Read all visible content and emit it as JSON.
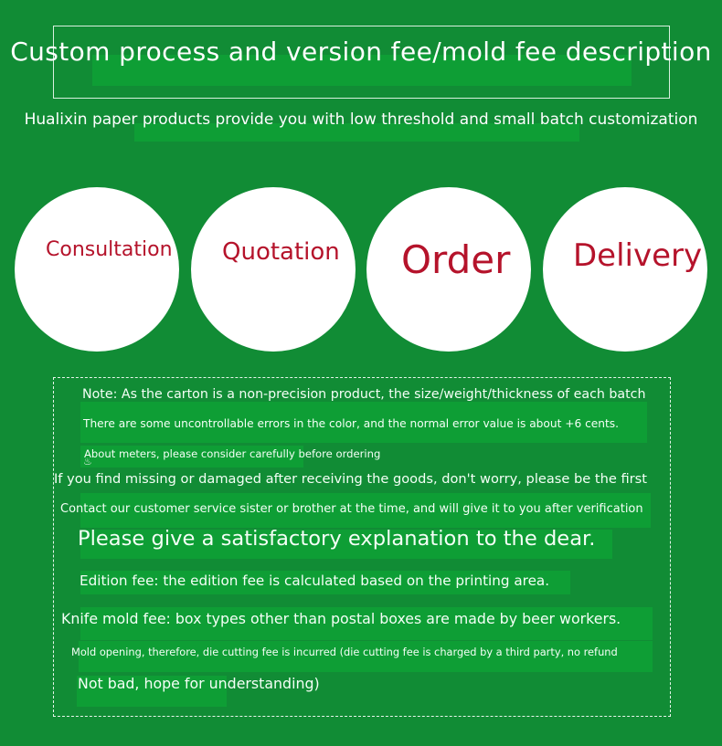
{
  "header": {
    "title": "Custom process and version fee/mold fee description",
    "subtitle": "Hualixin paper products provide you with low threshold and small batch customization"
  },
  "steps": [
    {
      "label": "Consultation"
    },
    {
      "label": "Quotation"
    },
    {
      "label": "Order"
    },
    {
      "label": "Delivery"
    }
  ],
  "notes": {
    "lines": [
      "Note: As the carton is a non-precision product, the size/weight/thickness of each batch",
      "There are some uncontrollable errors in the color, and the normal error value is about +6 cents.",
      "About meters, please consider carefully before ordering",
      "If you find missing or damaged after receiving the goods, don't worry, please be the first",
      "Contact our customer service sister or brother at the time, and will give it to you after verification",
      "Please give a satisfactory explanation to the dear.",
      "Edition fee: the edition fee is calculated based on the printing area.",
      "Knife mold fee: box types other than postal boxes are made by beer workers.",
      "Mold opening, therefore, die cutting fee is incurred (die cutting fee is charged by a third party, no refund",
      "Not bad, hope for understanding)"
    ]
  },
  "colors": {
    "background": "#118c35",
    "highlight": "#0e9e35",
    "step_text": "#b5132b",
    "circle": "#ffffff"
  }
}
